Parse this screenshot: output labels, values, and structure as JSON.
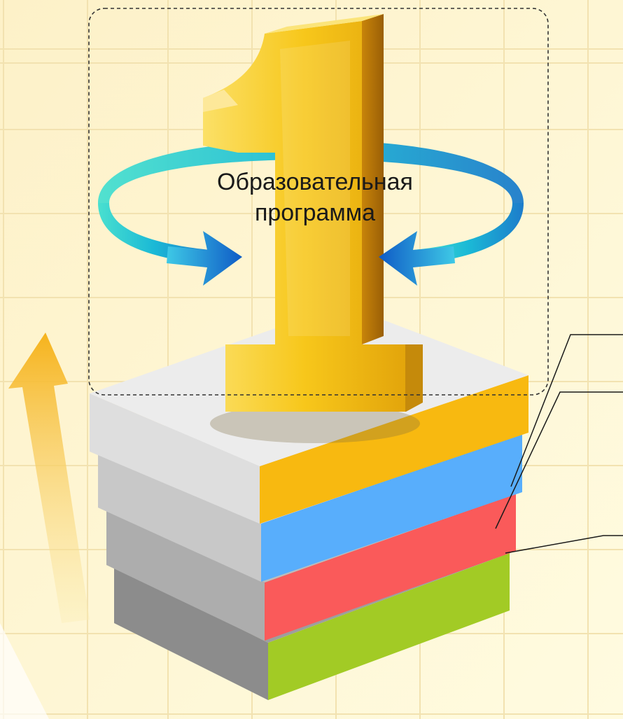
{
  "center_label": {
    "line1": "Образовательная",
    "line2": "программа"
  },
  "icons": {
    "numeral": "number-one-icon",
    "rotation": "circular-arrows-icon",
    "growth": "up-arrow-icon"
  },
  "layers": [
    {
      "name": "yellow-layer",
      "color": "#f8b910"
    },
    {
      "name": "blue-layer",
      "color": "#58aefc"
    },
    {
      "name": "red-layer",
      "color": "#fa5a5a"
    },
    {
      "name": "green-layer",
      "color": "#a2cb25"
    }
  ],
  "colors": {
    "background": "#fdf6cf",
    "grid": "#f3e3b1",
    "numeral_gold": "#f5c21c",
    "ring_teal": "#2ccfd0",
    "arrow_blue": "#1565c8"
  }
}
